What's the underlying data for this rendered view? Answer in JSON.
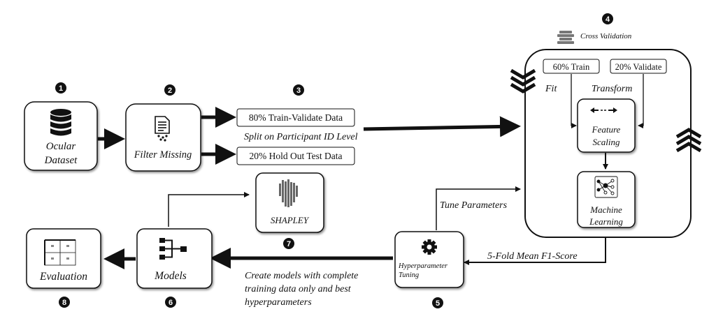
{
  "steps": {
    "ocular_dataset": {
      "number": "1",
      "line1": "Ocular",
      "line2": "Dataset"
    },
    "filter_missing": {
      "number": "2",
      "label": "Filter Missing"
    },
    "split": {
      "number": "3",
      "train_validate": "80% Train-Validate Data",
      "holdout": "20% Hold Out Test Data",
      "split_caption": "Split on Participant ID Level"
    },
    "cross_validation": {
      "number": "4",
      "title": "Cross Validation",
      "train": "60% Train",
      "validate": "20% Validate",
      "fit": "Fit",
      "transform": "Transform",
      "feature_scaling_line1": "Feature",
      "feature_scaling_line2": "Scaling",
      "ml_line1": "Machine",
      "ml_line2": "Learning"
    },
    "hyperparameter_tuning": {
      "number": "5",
      "line1": "Hyperparameter",
      "line2": "Tuning",
      "tune_label": "Tune Parameters",
      "f1_label": "5-Fold Mean F1-Score"
    },
    "models": {
      "number": "6",
      "label": "Models",
      "caption_line1": "Create models with complete",
      "caption_line2": "training data only and best",
      "caption_line3": "hyperparameters"
    },
    "shapley": {
      "number": "7",
      "label": "SHAPLEY"
    },
    "evaluation": {
      "number": "8",
      "label": "Evaluation"
    }
  },
  "icons": [
    "database-icon",
    "document-filter-icon",
    "stack-layers-icon",
    "double-chevron-icon",
    "arrow-scale-icon",
    "neural-network-icon",
    "gear-wrench-icon",
    "hierarchy-icon",
    "shapley-bars-icon",
    "confusion-matrix-icon"
  ]
}
